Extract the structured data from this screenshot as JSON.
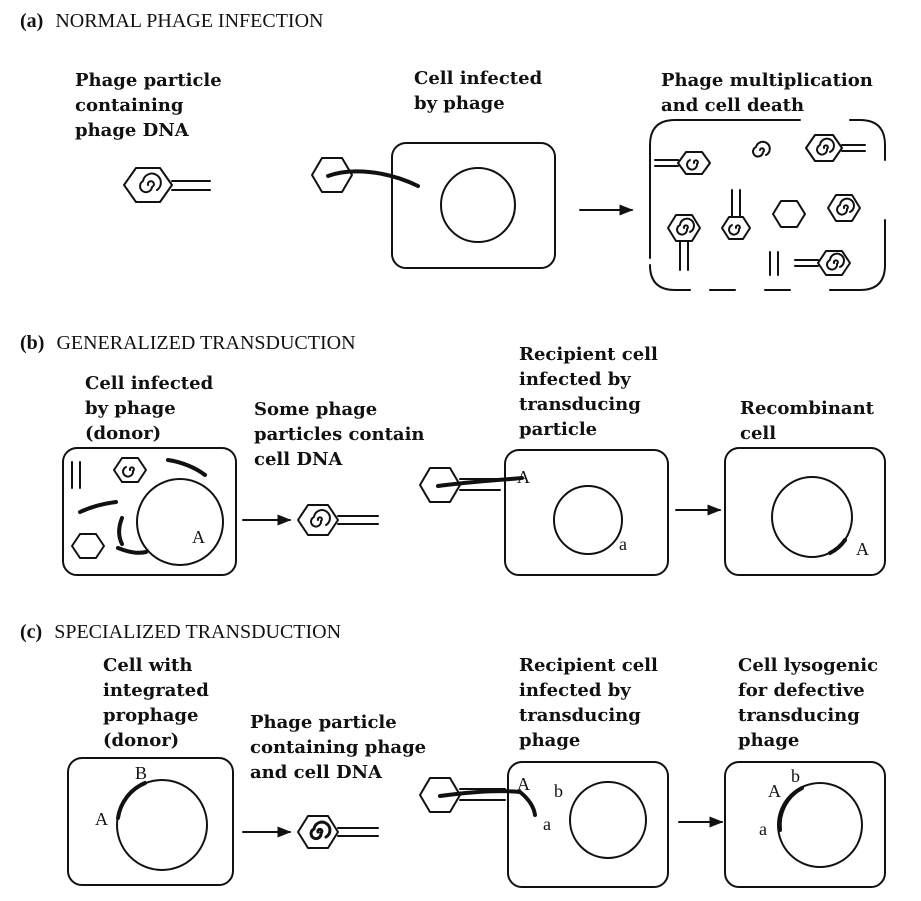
{
  "panels": {
    "a": {
      "letter": "(a)",
      "title": "NORMAL PHAGE INFECTION",
      "captions": {
        "phage_particle": [
          "Phage particle",
          "containing",
          "phage DNA"
        ],
        "infected_cell": [
          "Cell infected",
          "by phage"
        ],
        "multiplication": [
          "Phage multiplication",
          "and cell death"
        ]
      }
    },
    "b": {
      "letter": "(b)",
      "title": "GENERALIZED TRANSDUCTION",
      "captions": {
        "donor": [
          "Cell infected",
          "by phage",
          "(donor)"
        ],
        "particles": [
          "Some phage",
          "particles contain",
          "cell DNA"
        ],
        "recipient": [
          "Recipient cell",
          "infected by",
          "transducing",
          "particle"
        ],
        "recombinant": [
          "Recombinant",
          "cell"
        ]
      },
      "genes": {
        "donor_A": "A",
        "recipient_A": "A",
        "recipient_a": "a",
        "recombinant_A": "A"
      }
    },
    "c": {
      "letter": "(c)",
      "title": "SPECIALIZED TRANSDUCTION",
      "captions": {
        "donor": [
          "Cell with",
          "integrated",
          "prophage",
          "(donor)"
        ],
        "particle": [
          "Phage particle",
          "containing phage",
          "and cell DNA"
        ],
        "recipient": [
          "Recipient cell",
          "infected by",
          "transducing",
          "phage"
        ],
        "lysogenic": [
          "Cell lysogenic",
          "for defective",
          "transducing",
          "phage"
        ]
      },
      "genes": {
        "donor_A": "A",
        "donor_B": "B",
        "recipient_A": "A",
        "recipient_b": "b",
        "recipient_a": "a",
        "lysogen_A": "A",
        "lysogen_b": "b",
        "lysogen_a": "a"
      }
    }
  }
}
